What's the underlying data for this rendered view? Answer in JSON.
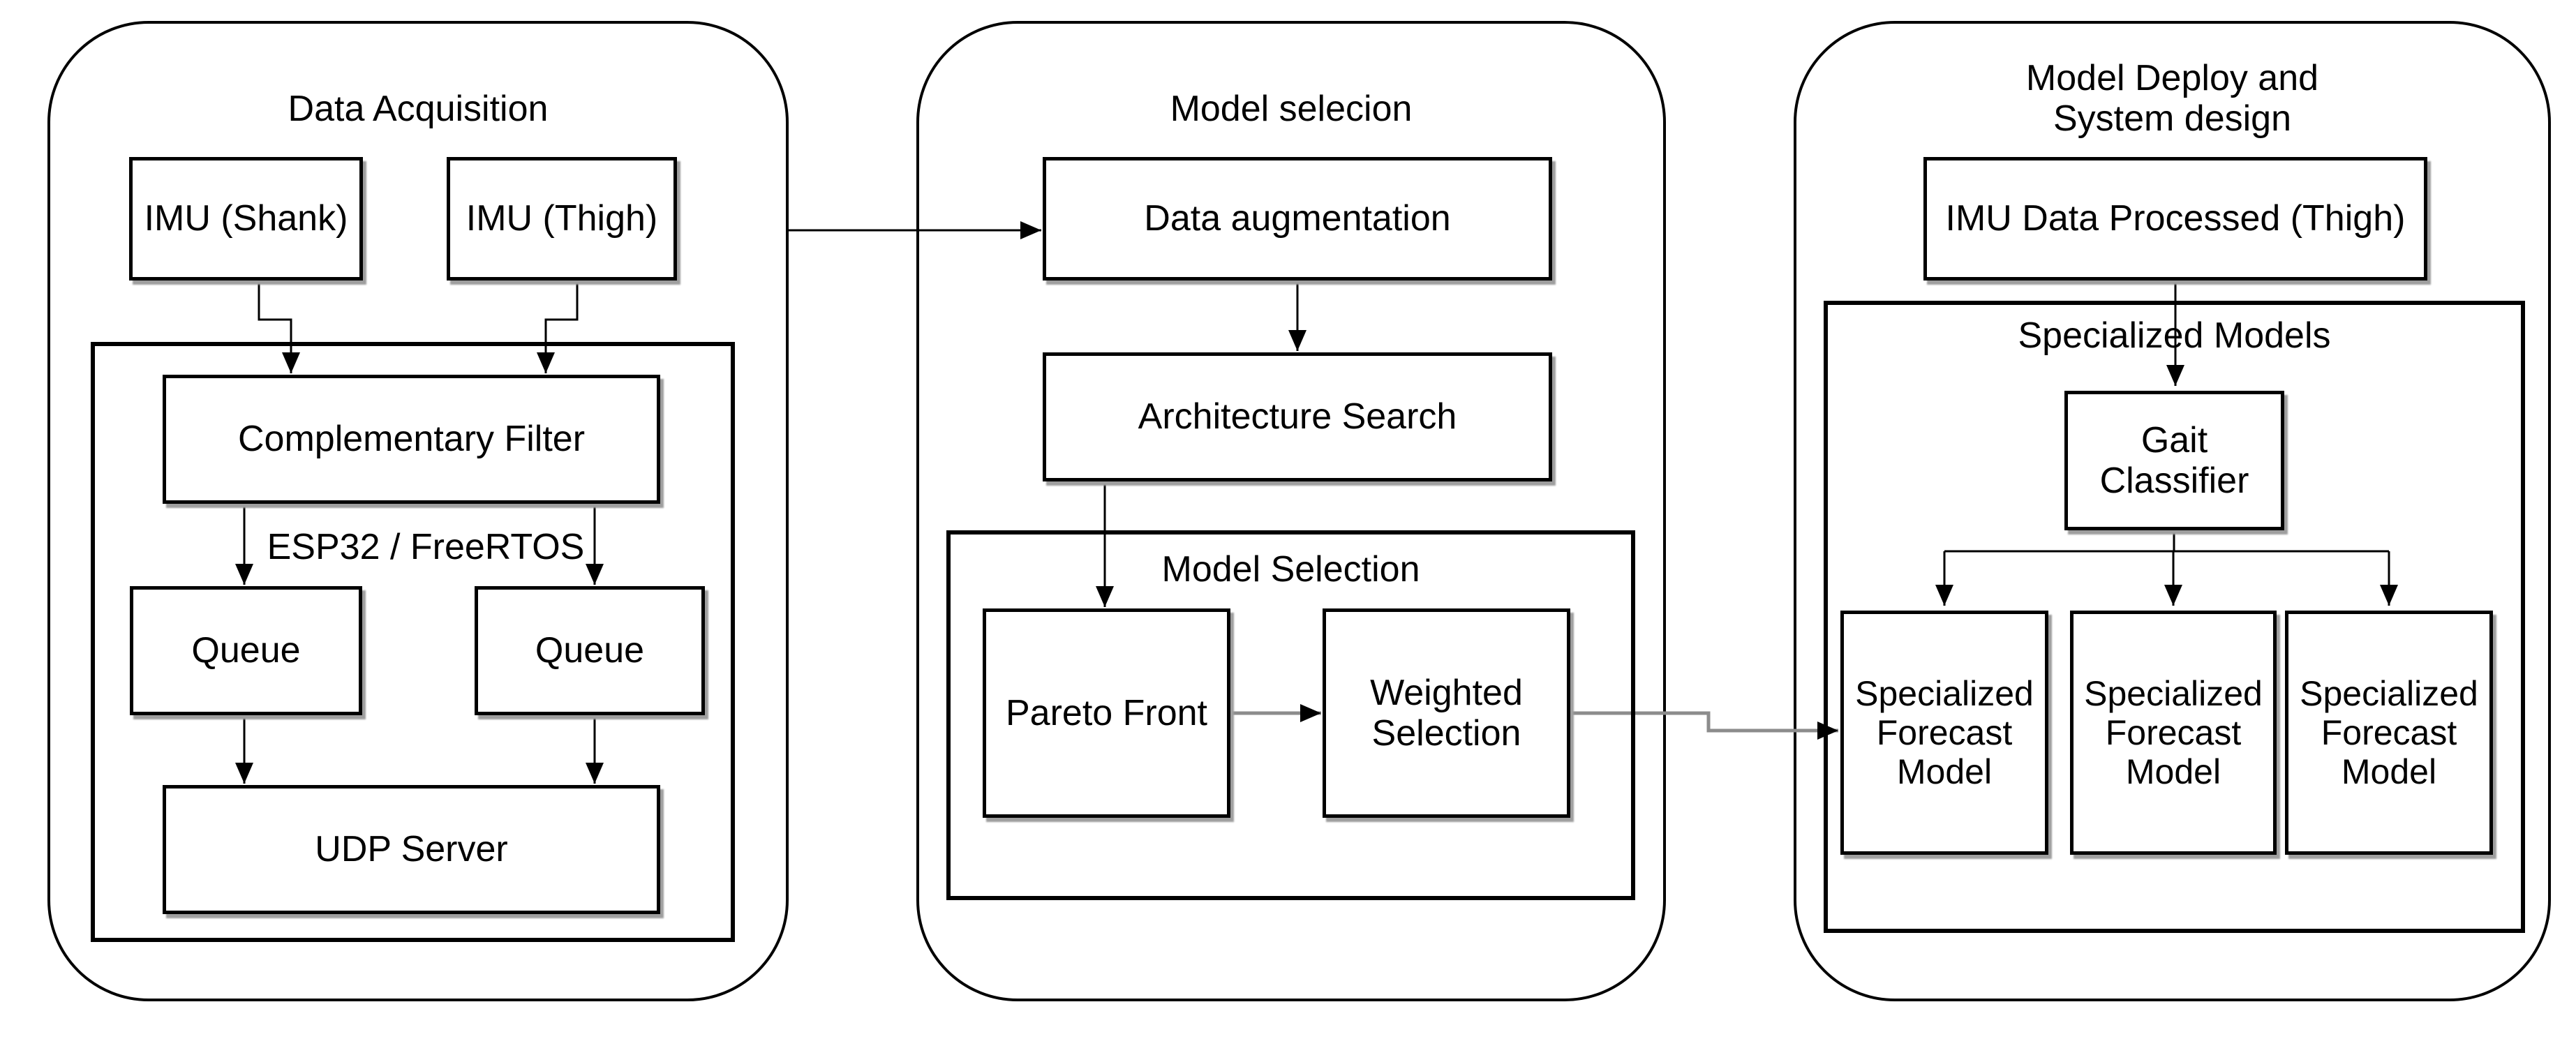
{
  "colors": {
    "stroke": "#000000",
    "gray_connector": "#8c8c8c",
    "background": "#ffffff",
    "shadow": "#9e9e9e"
  },
  "diagram": {
    "panel1": {
      "title": "Data Acquisition",
      "imu_shank": "IMU (Shank)",
      "imu_thigh": "IMU (Thigh)",
      "complementary_filter": "Complementary Filter",
      "esp32_label": "ESP32 / FreeRTOS",
      "queue_left": "Queue",
      "queue_right": "Queue",
      "udp_server": "UDP Server"
    },
    "panel2": {
      "title": "Model selecion",
      "data_augmentation": "Data augmentation",
      "architecture_search": "Architecture Search",
      "group_label": "Model Selection",
      "pareto_front": "Pareto Front",
      "weighted_selection": "Weighted Selection"
    },
    "panel3": {
      "title_line1": "Model Deploy and",
      "title_line2": "System design",
      "imu_data_processed": "IMU Data Processed (Thigh)",
      "group_label": "Specialized Models",
      "gait_classifier": "Gait Classifier",
      "forecast_models": [
        "Specialized Forecast Model",
        "Specialized Forecast Model",
        "Specialized Forecast Model"
      ]
    }
  }
}
